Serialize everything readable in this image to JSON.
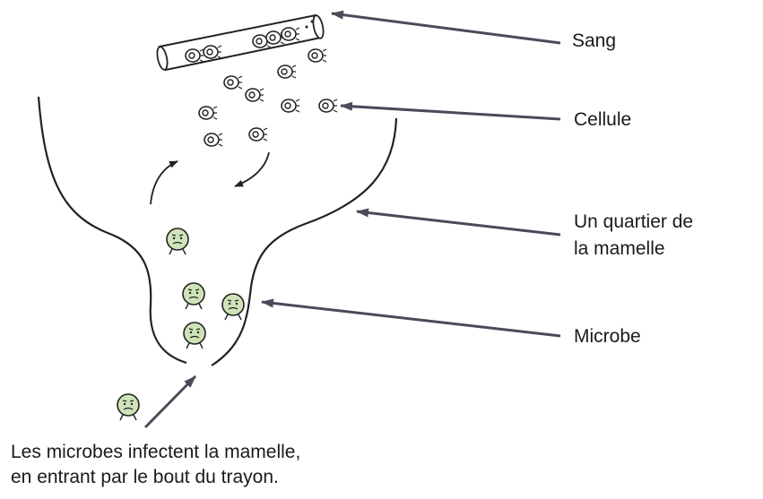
{
  "labels": {
    "blood": "Sang",
    "cell": "Cellule",
    "udder_quarter_line1": "Un quartier de",
    "udder_quarter_line2": "la mamelle",
    "microbe": "Microbe"
  },
  "caption": {
    "line1": "Les microbes infectent la mamelle,",
    "line2": "en entrant par le bout du trayon."
  },
  "colors": {
    "ink": "#222222",
    "microbe_fill": "#cfe3b8",
    "arrow": "#4a4a5a",
    "background": "#ffffff"
  }
}
